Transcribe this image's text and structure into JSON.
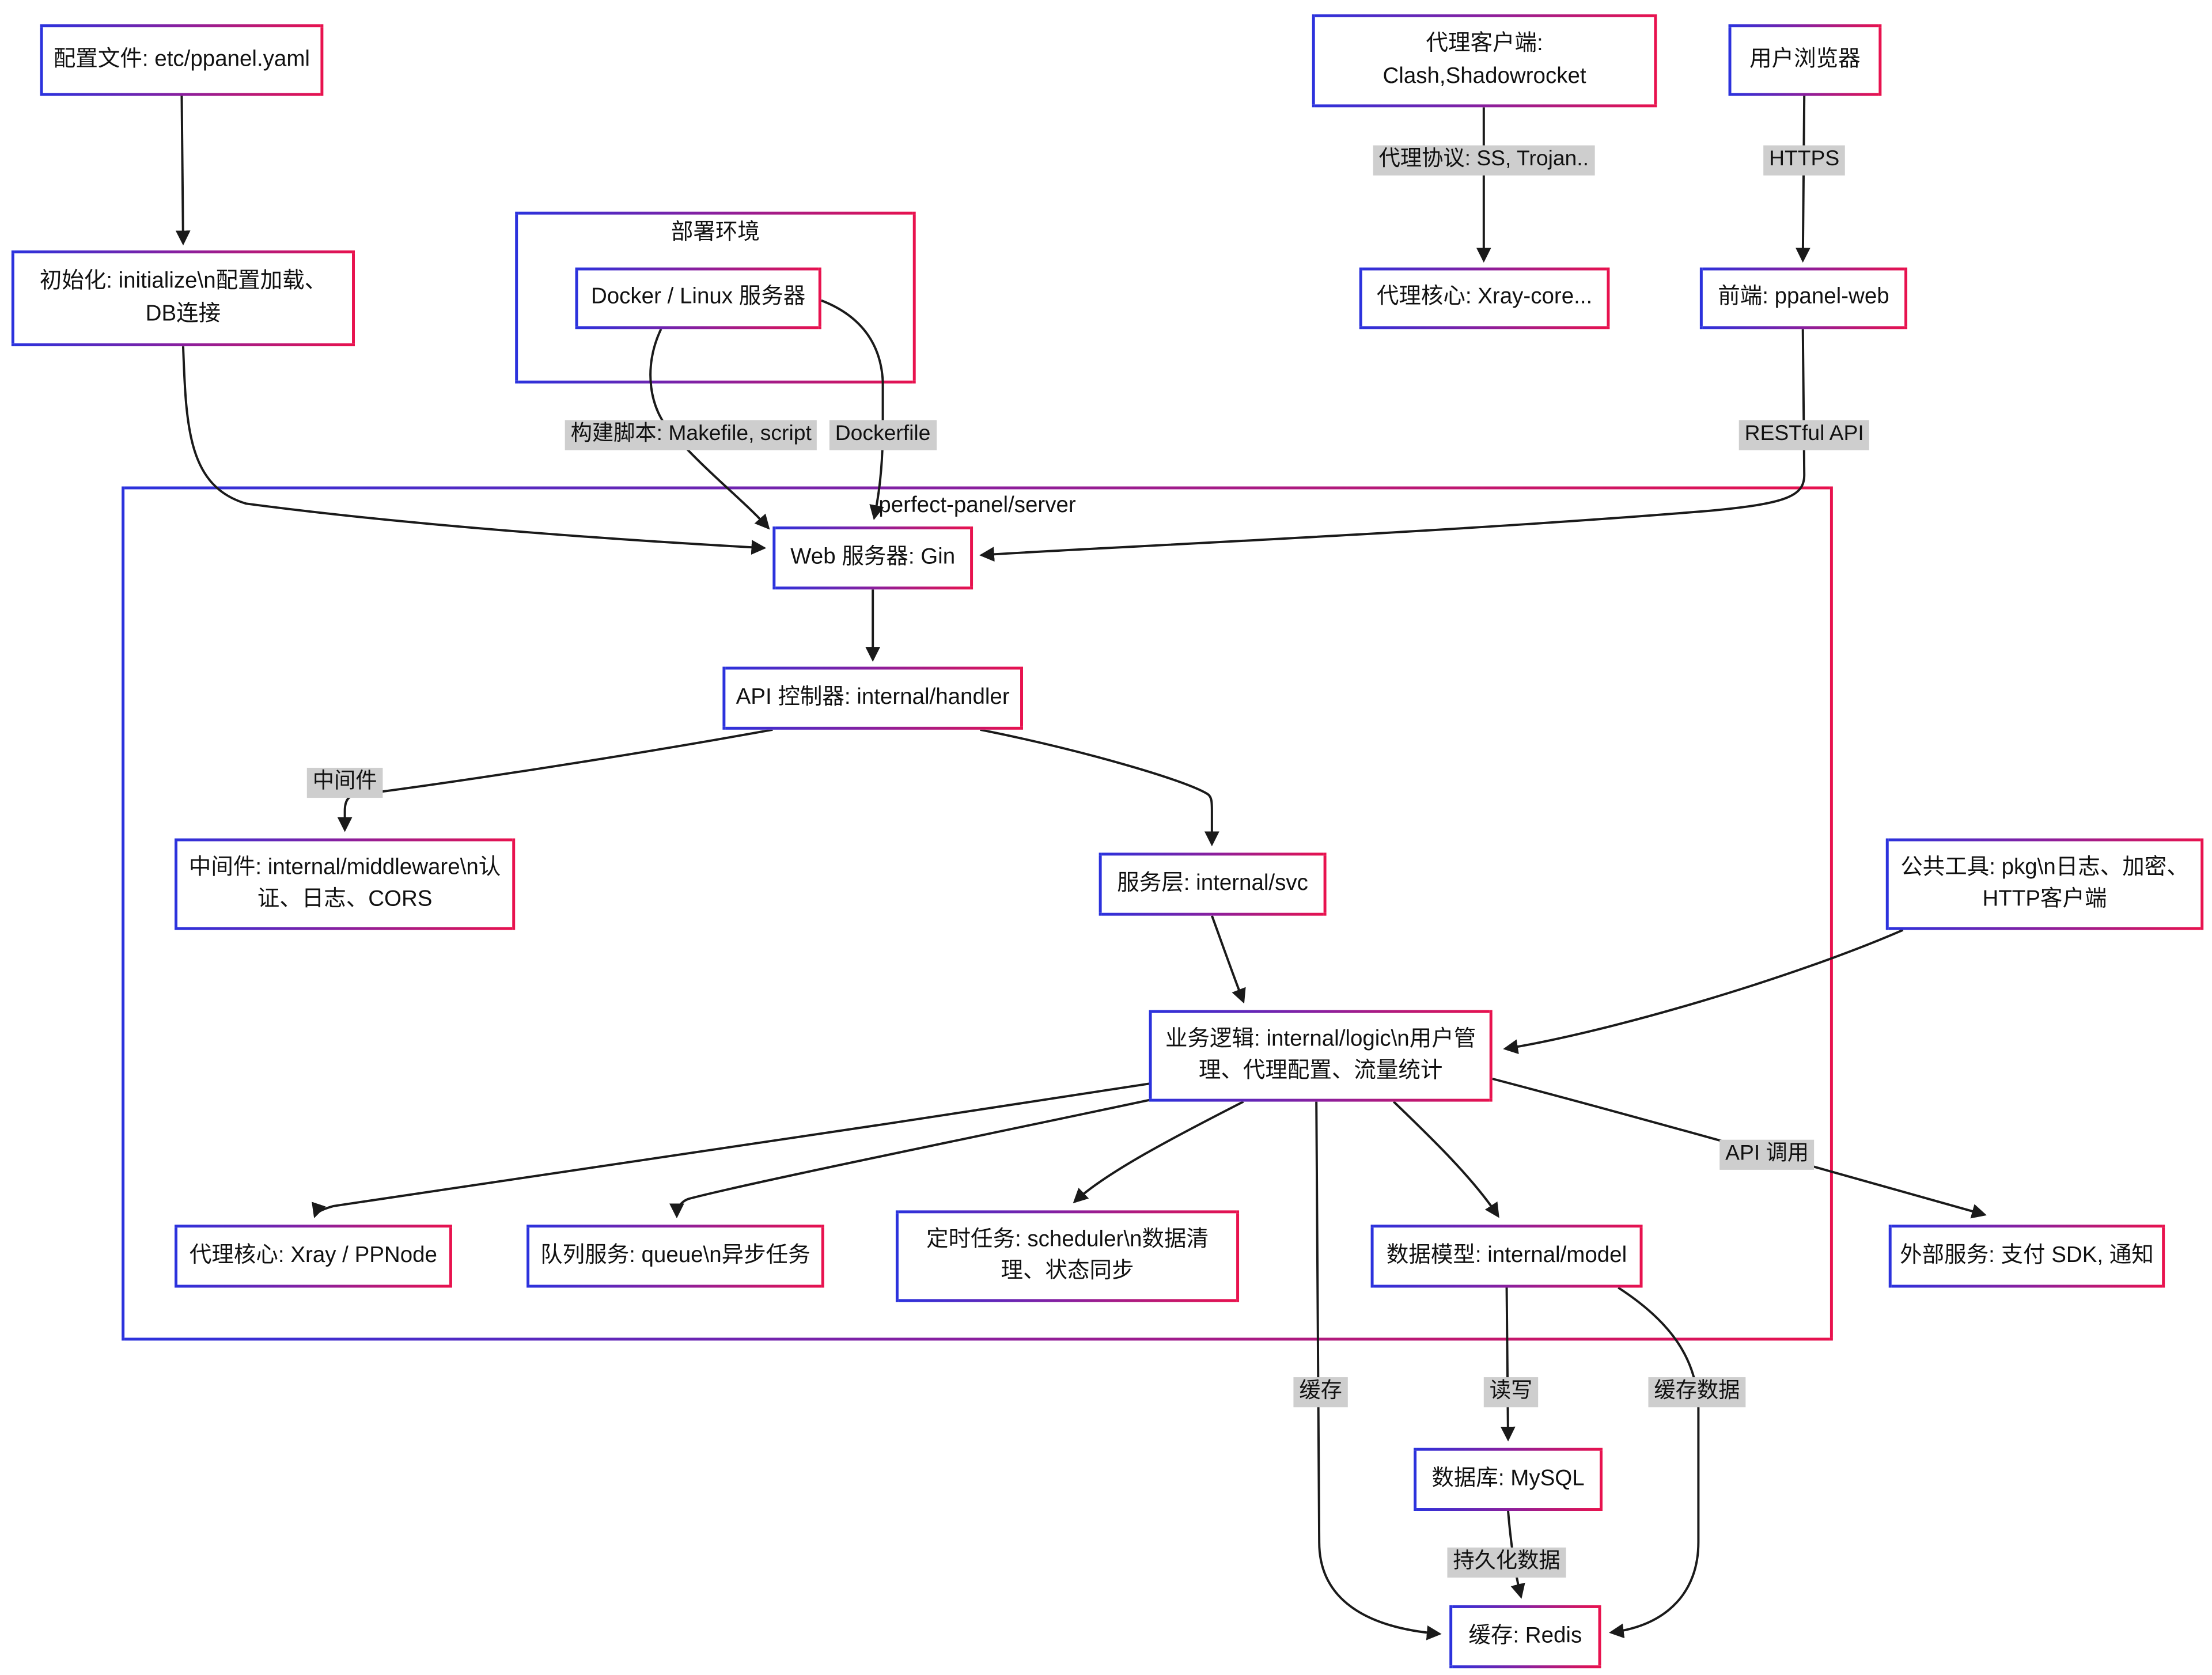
{
  "diagram": {
    "type": "flowchart",
    "colors": {
      "border_blue": "#2b32dd",
      "border_red": "#e8124e",
      "edge": "#1a1a1a",
      "edge_label_bg": "#cecece",
      "node_fill": "#ffffff"
    },
    "subgraphs": {
      "deploy": {
        "label": "部署环境"
      },
      "server": {
        "label": "perfect-panel/server"
      }
    },
    "nodes": {
      "config": {
        "lines": [
          "配置文件: etc/ppanel.yaml"
        ]
      },
      "init": {
        "lines": [
          "初始化: initialize\\n配置加载、",
          "DB连接"
        ]
      },
      "docker": {
        "lines": [
          "Docker / Linux 服务器"
        ]
      },
      "proxy_client": {
        "lines": [
          "代理客户端:",
          "Clash,Shadowrocket"
        ]
      },
      "browser": {
        "lines": [
          "用户浏览器"
        ]
      },
      "xray_core": {
        "lines": [
          "代理核心: Xray-core..."
        ]
      },
      "frontend": {
        "lines": [
          "前端: ppanel-web"
        ]
      },
      "gin": {
        "lines": [
          "Web 服务器: Gin"
        ]
      },
      "handler": {
        "lines": [
          "API 控制器: internal/handler"
        ]
      },
      "middleware": {
        "lines": [
          "中间件: internal/middleware\\n认",
          "证、日志、CORS"
        ]
      },
      "svc": {
        "lines": [
          "服务层: internal/svc"
        ]
      },
      "pkg": {
        "lines": [
          "公共工具: pkg\\n日志、加密、",
          "HTTP客户端"
        ]
      },
      "logic": {
        "lines": [
          "业务逻辑: internal/logic\\n用户管",
          "理、代理配置、流量统计"
        ]
      },
      "ppnode": {
        "lines": [
          "代理核心: Xray / PPNode"
        ]
      },
      "queue": {
        "lines": [
          "队列服务: queue\\n异步任务"
        ]
      },
      "scheduler": {
        "lines": [
          "定时任务: scheduler\\n数据清",
          "理、状态同步"
        ]
      },
      "model": {
        "lines": [
          "数据模型: internal/model"
        ]
      },
      "external": {
        "lines": [
          "外部服务: 支付 SDK, 通知"
        ]
      },
      "mysql": {
        "lines": [
          "数据库: MySQL"
        ]
      },
      "redis": {
        "lines": [
          "缓存: Redis"
        ]
      }
    },
    "edge_labels": {
      "proxy_protocol": "代理协议: SS, Trojan..",
      "https": "HTTPS",
      "build_script": "构建脚本: Makefile, script",
      "dockerfile": "Dockerfile",
      "restful_api": "RESTful API",
      "middleware": "中间件",
      "api_call": "API 调用",
      "cache": "缓存",
      "read_write": "读写",
      "cache_data": "缓存数据",
      "persist": "持久化数据"
    },
    "edges": [
      {
        "from": "config",
        "to": "init",
        "label": ""
      },
      {
        "from": "init",
        "to": "gin",
        "label": ""
      },
      {
        "from": "docker",
        "to": "gin",
        "label": "构建脚本: Makefile, script"
      },
      {
        "from": "docker",
        "to": "gin",
        "label": "Dockerfile"
      },
      {
        "from": "proxy_client",
        "to": "xray_core",
        "label": "代理协议: SS, Trojan.."
      },
      {
        "from": "browser",
        "to": "frontend",
        "label": "HTTPS"
      },
      {
        "from": "frontend",
        "to": "gin",
        "label": "RESTful API"
      },
      {
        "from": "gin",
        "to": "handler",
        "label": ""
      },
      {
        "from": "handler",
        "to": "middleware",
        "label": "中间件"
      },
      {
        "from": "handler",
        "to": "svc",
        "label": ""
      },
      {
        "from": "svc",
        "to": "logic",
        "label": ""
      },
      {
        "from": "pkg",
        "to": "logic",
        "label": ""
      },
      {
        "from": "logic",
        "to": "ppnode",
        "label": ""
      },
      {
        "from": "logic",
        "to": "queue",
        "label": ""
      },
      {
        "from": "logic",
        "to": "scheduler",
        "label": ""
      },
      {
        "from": "logic",
        "to": "model",
        "label": ""
      },
      {
        "from": "logic",
        "to": "external",
        "label": "API 调用"
      },
      {
        "from": "logic",
        "to": "redis",
        "label": "缓存"
      },
      {
        "from": "model",
        "to": "mysql",
        "label": "读写"
      },
      {
        "from": "mysql",
        "to": "redis",
        "label": "持久化数据"
      },
      {
        "from": "model",
        "to": "redis",
        "label": "缓存数据"
      }
    ]
  }
}
